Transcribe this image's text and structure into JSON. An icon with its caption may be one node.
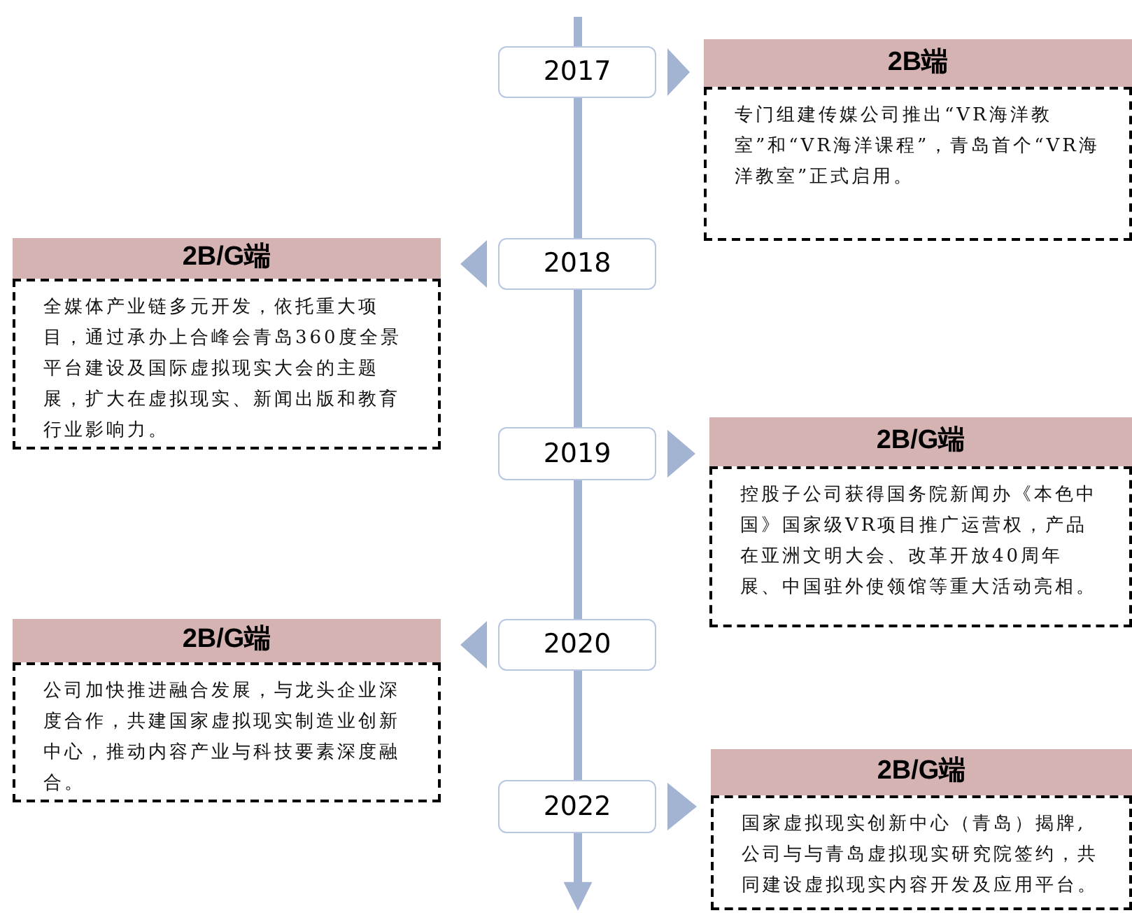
{
  "diagram": {
    "nodes": [
      {
        "text": [
          "2017"
        ]
      },
      {
        "text": [
          "2B端",
          "专门组建传媒公司推出“VR海洋教室”和“VR海洋课程”，青岛首个“VR海洋教室”正式启用。"
        ]
      },
      {
        "text": [
          "2B/G端",
          "全媒体产业链多元开发，依托重大项目，通过承办上合峰会青岛360度全景平台建设及国际虚拟现实大会的主题展，扩大在虚拟现实、新闻出版和教育行业影响力。"
        ]
      },
      {
        "text": [
          "2018"
        ]
      },
      {
        "text": [
          "2019"
        ]
      },
      {
        "text": [
          "2B/G端",
          "控股子公司获得国务院新闻办《本色中国》国家级VR项目推广运营权，产品在亚洲文明大会、改革开放40周年展、中国驻外使领馆等重大活动亮相。"
        ]
      },
      {
        "text": [
          "2B/G端",
          "公司加快推进融合发展，与龙头企业深度合作，共建国家虚拟现实制造业创新中心，推动内容产业与科技要素深度融合。"
        ]
      },
      {
        "text": [
          "2020"
        ]
      },
      {
        "text": [
          "2022"
        ]
      },
      {
        "text": [
          "2B/G端",
          "国家虚拟现实创新中心（青岛）揭牌,公司与与青岛虚拟现实研究院签约，共同建设虚拟现实内容开发及应用平台。"
        ]
      }
    ],
    "edges": [
      {
        "from": null,
        "to": 0,
        "arrow": "none"
      },
      {
        "from": 0,
        "to": 3,
        "arrow": "none"
      },
      {
        "from": 3,
        "to": 4,
        "arrow": "none"
      },
      {
        "from": 4,
        "to": 7,
        "arrow": "none"
      },
      {
        "from": 7,
        "to": 8,
        "arrow": "none"
      },
      {
        "from": 8,
        "to": null,
        "arrow": "to"
      },
      {
        "from": 0,
        "to": 1,
        "arrow": "to"
      },
      {
        "from": 3,
        "to": 2,
        "arrow": "to"
      },
      {
        "from": 4,
        "to": 5,
        "arrow": "to"
      },
      {
        "from": 7,
        "to": 6,
        "arrow": "to"
      },
      {
        "from": 8,
        "to": 9,
        "arrow": "to"
      }
    ]
  }
}
